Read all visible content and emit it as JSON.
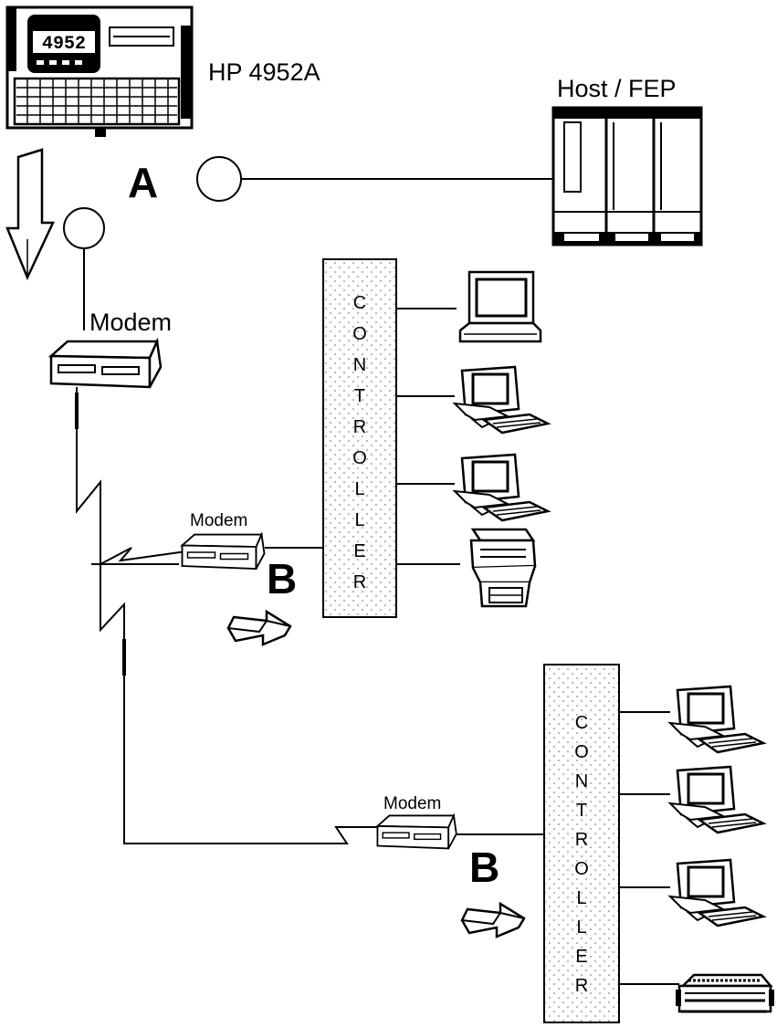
{
  "analyzer": {
    "label": "HP 4952A",
    "display_text": "4952"
  },
  "host": {
    "label": "Host / FEP"
  },
  "points": {
    "a": "A",
    "b1": "B",
    "b2": "B"
  },
  "modems": {
    "modem1": "Modem",
    "modem2": "Modem",
    "modem3": "Modem"
  },
  "controllers": {
    "controller1": [
      "C",
      "O",
      "N",
      "T",
      "R",
      "O",
      "L",
      "L",
      "E",
      "R"
    ],
    "controller2": [
      "C",
      "O",
      "N",
      "T",
      "R",
      "O",
      "L",
      "L",
      "E",
      "R"
    ]
  },
  "colors": {
    "ink": "#000000",
    "background": "#ffffff",
    "controller_fill": "#f4f4f4"
  },
  "icons": [
    "analyzer-icon",
    "host-fep-icon",
    "modem-icon",
    "terminal-icon",
    "laptop-icon",
    "printer-icon",
    "arrow-icon"
  ]
}
